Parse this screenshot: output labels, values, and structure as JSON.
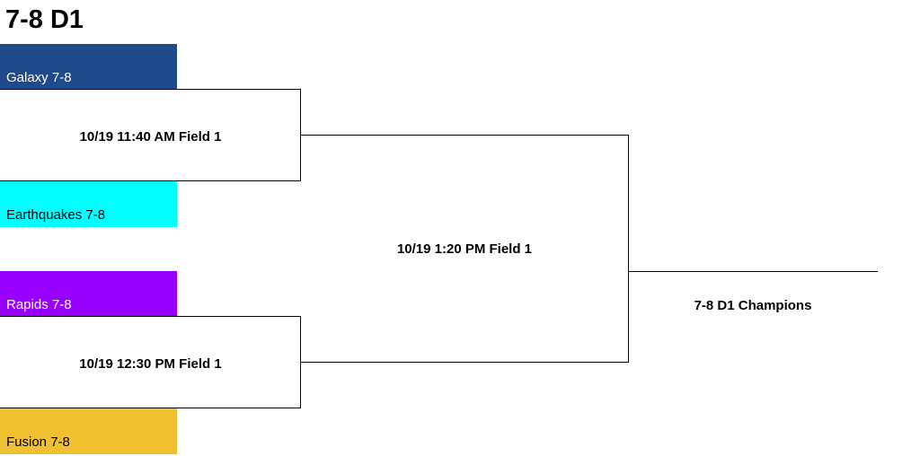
{
  "bracket": {
    "title": "7-8 D1",
    "teams": [
      {
        "name": "Galaxy 7-8",
        "bg": "#1f4a8b",
        "fg": "#ffffff"
      },
      {
        "name": "Earthquakes 7-8",
        "bg": "#00ffff",
        "fg": "#000000"
      },
      {
        "name": "Rapids 7-8",
        "bg": "#9a00ff",
        "fg": "#ffffff"
      },
      {
        "name": "Fusion 7-8",
        "bg": "#f0c030",
        "fg": "#000000"
      }
    ],
    "games": {
      "semi1": "10/19 11:40 AM Field 1",
      "semi2": "10/19 12:30 PM Field 1",
      "final": "10/19 1:20 PM Field 1"
    },
    "champion_label": "7-8 D1 Champions"
  }
}
